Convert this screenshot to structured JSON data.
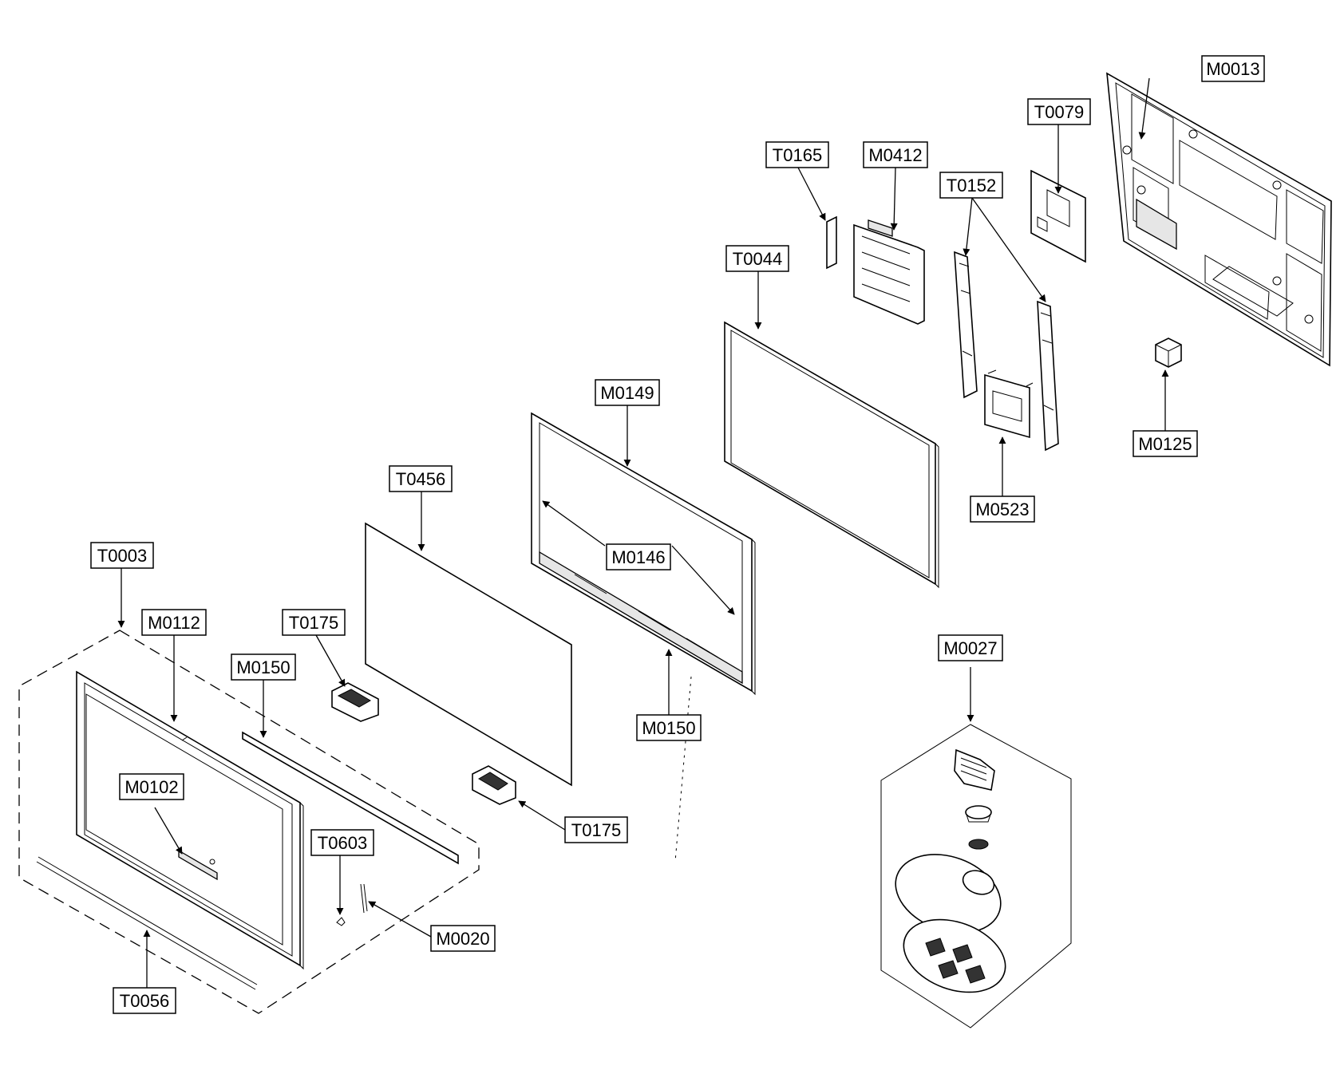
{
  "labels": {
    "M0013": "M0013",
    "T0079": "T0079",
    "T0165": "T0165",
    "M0412": "M0412",
    "T0152": "T0152",
    "T0044": "T0044",
    "M0125": "M0125",
    "M0523": "M0523",
    "M0149": "M0149",
    "T0456": "T0456",
    "M0146": "M0146",
    "T0003": "T0003",
    "M0112": "M0112",
    "T0175_top": "T0175",
    "M0150_left": "M0150",
    "M0150_mid": "M0150",
    "M0027": "M0027",
    "M0102": "M0102",
    "T0175_bottom": "T0175",
    "T0603": "T0603",
    "M0020": "M0020",
    "T0056": "T0056"
  }
}
